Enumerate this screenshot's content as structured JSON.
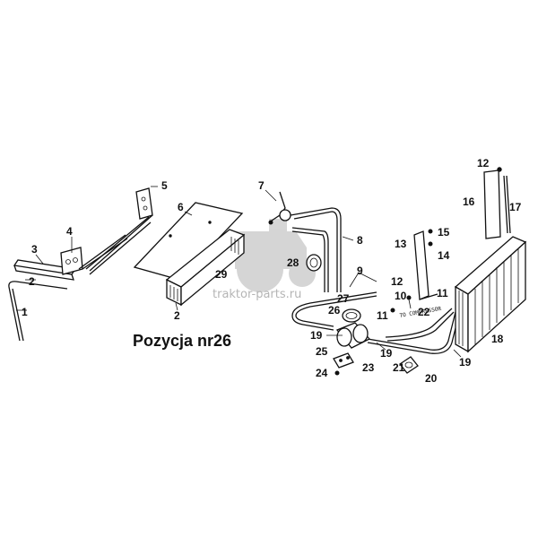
{
  "caption": "Pozycja nr26",
  "watermark": "traktor-parts.ru",
  "note": "TO COMPRESSOR",
  "callouts": [
    "1",
    "2",
    "3",
    "4",
    "5",
    "6",
    "2",
    "7",
    "8",
    "9",
    "28",
    "29",
    "12",
    "10",
    "11",
    "26",
    "27",
    "22",
    "19",
    "19",
    "25",
    "23",
    "24",
    "21",
    "20",
    "19",
    "13",
    "15",
    "14",
    "12",
    "16",
    "17",
    "11",
    "18"
  ]
}
